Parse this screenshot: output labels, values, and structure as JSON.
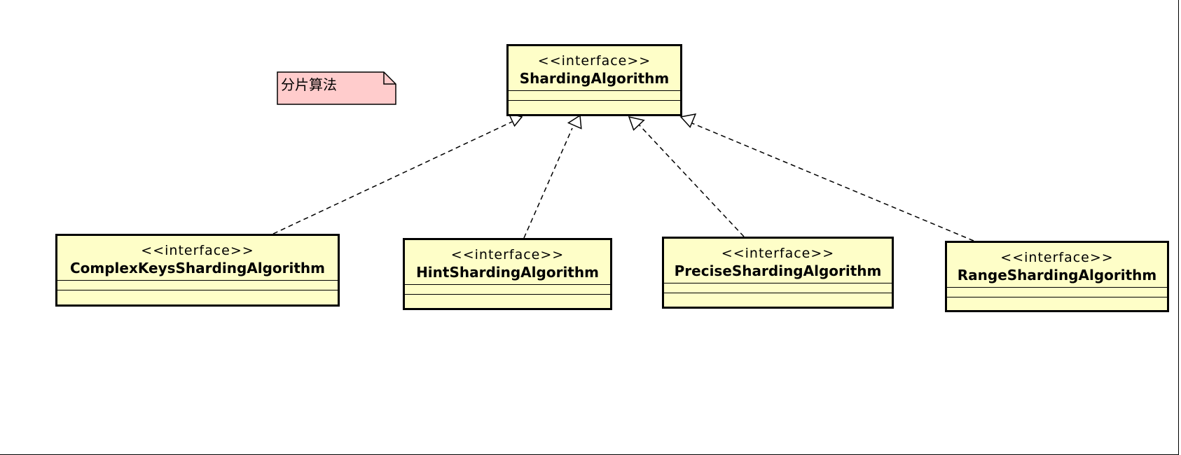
{
  "diagram": {
    "type": "uml-class-diagram",
    "note": {
      "text": "分片算法",
      "fill": "#ffcccc"
    },
    "colors": {
      "class_fill": "#fefec8",
      "stroke": "#000000"
    },
    "classes": [
      {
        "id": "sharding",
        "stereotype": "<<interface>>",
        "name": "ShardingAlgorithm"
      },
      {
        "id": "complex",
        "stereotype": "<<interface>>",
        "name": "ComplexKeysShardingAlgorithm"
      },
      {
        "id": "hint",
        "stereotype": "<<interface>>",
        "name": "HintShardingAlgorithm"
      },
      {
        "id": "precise",
        "stereotype": "<<interface>>",
        "name": "PreciseShardingAlgorithm"
      },
      {
        "id": "range",
        "stereotype": "<<interface>>",
        "name": "RangeShardingAlgorithm"
      }
    ],
    "relations": [
      {
        "from": "complex",
        "to": "sharding",
        "kind": "realization"
      },
      {
        "from": "hint",
        "to": "sharding",
        "kind": "realization"
      },
      {
        "from": "precise",
        "to": "sharding",
        "kind": "realization"
      },
      {
        "from": "range",
        "to": "sharding",
        "kind": "realization"
      }
    ]
  }
}
